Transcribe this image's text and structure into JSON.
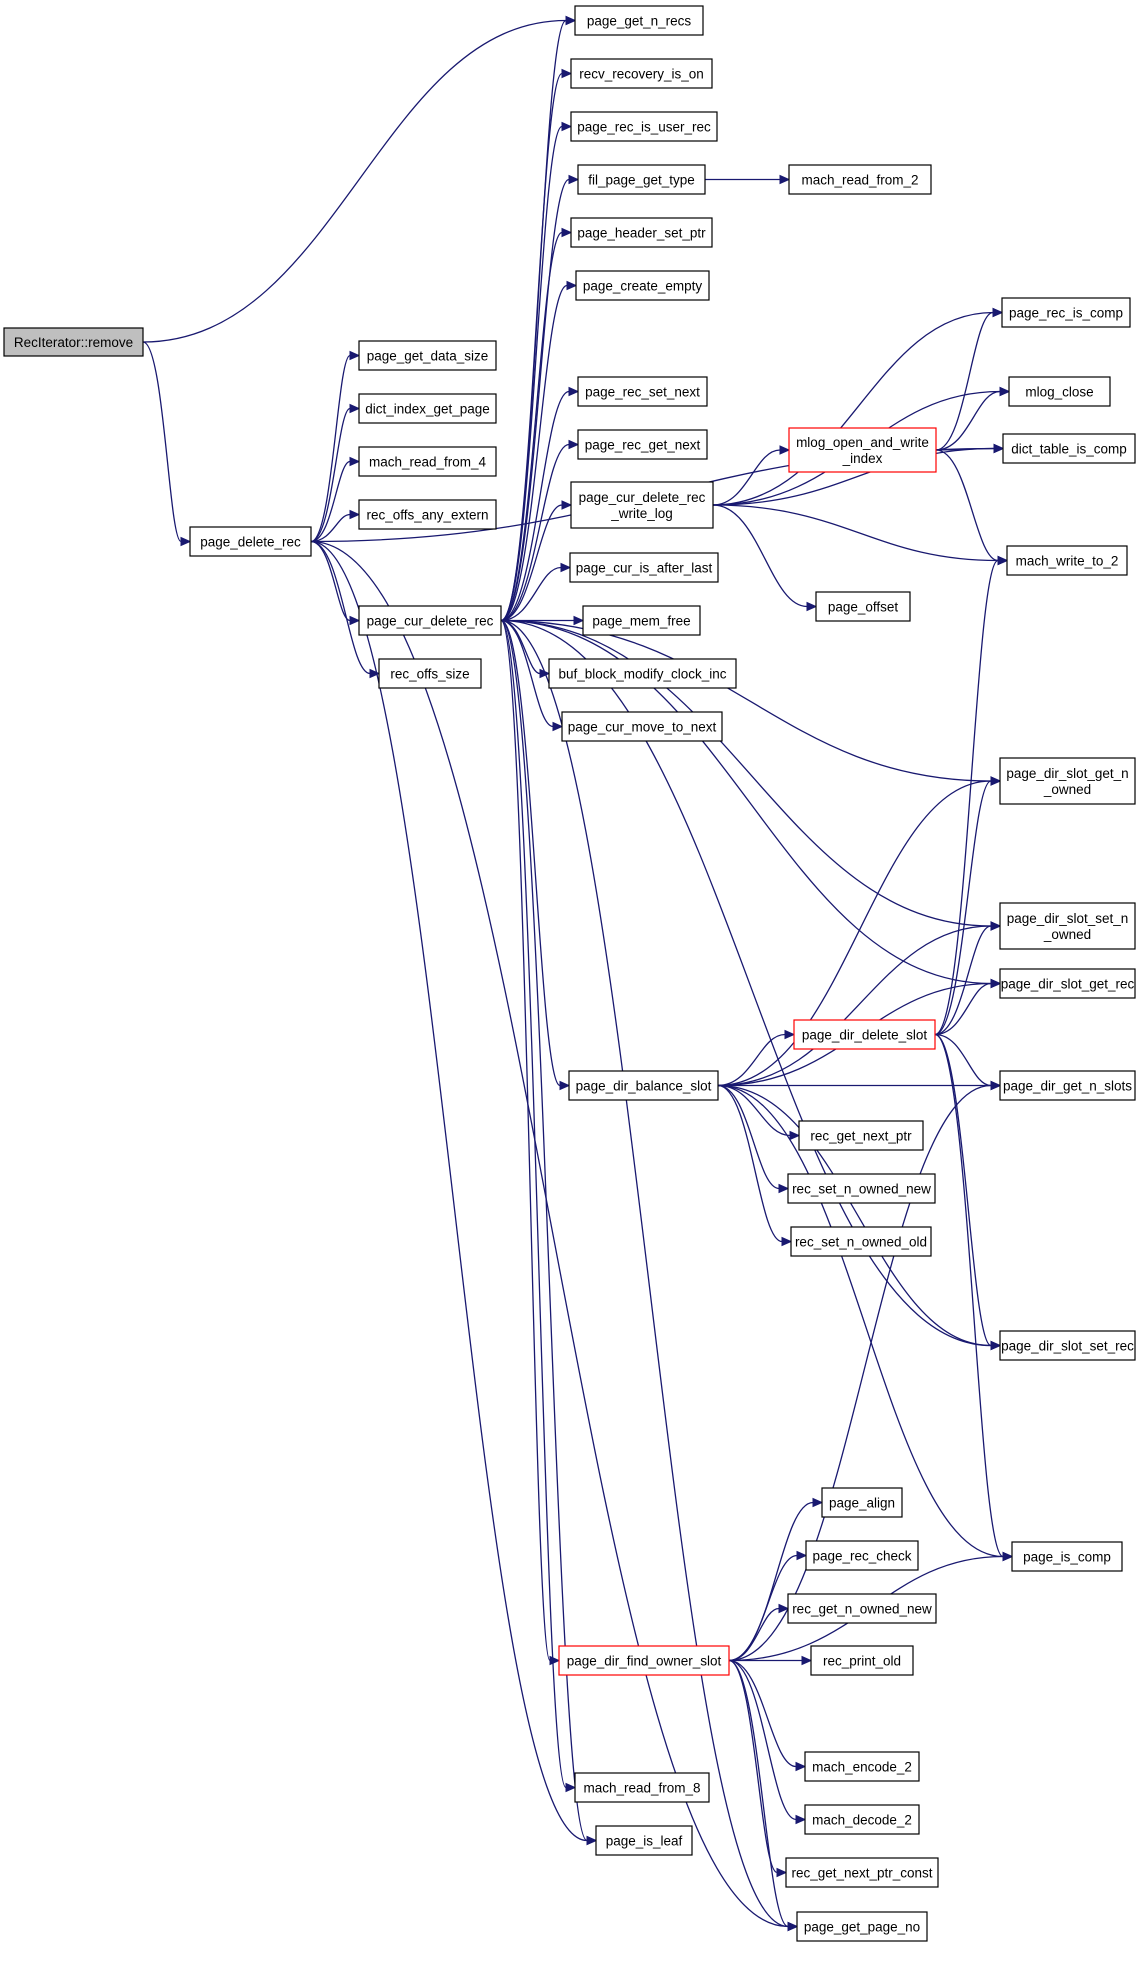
{
  "nodes": [
    {
      "id": "root",
      "lines": [
        "RecIterator::remove"
      ],
      "style": "root"
    },
    {
      "id": "page_delete_rec",
      "lines": [
        "page_delete_rec"
      ]
    },
    {
      "id": "page_get_data_size",
      "lines": [
        "page_get_data_size"
      ]
    },
    {
      "id": "dict_index_get_page",
      "lines": [
        "dict_index_get_page"
      ]
    },
    {
      "id": "mach_read_from_4",
      "lines": [
        "mach_read_from_4"
      ]
    },
    {
      "id": "rec_offs_any_extern",
      "lines": [
        "rec_offs_any_extern"
      ]
    },
    {
      "id": "page_cur_delete_rec",
      "lines": [
        "page_cur_delete_rec"
      ]
    },
    {
      "id": "rec_offs_size",
      "lines": [
        "rec_offs_size"
      ]
    },
    {
      "id": "page_get_n_recs",
      "lines": [
        "page_get_n_recs"
      ]
    },
    {
      "id": "recv_recovery_is_on",
      "lines": [
        "recv_recovery_is_on"
      ]
    },
    {
      "id": "page_rec_is_user_rec",
      "lines": [
        "page_rec_is_user_rec"
      ]
    },
    {
      "id": "fil_page_get_type",
      "lines": [
        "fil_page_get_type"
      ]
    },
    {
      "id": "mach_read_from_2",
      "lines": [
        "mach_read_from_2"
      ]
    },
    {
      "id": "page_header_set_ptr",
      "lines": [
        "page_header_set_ptr"
      ]
    },
    {
      "id": "page_create_empty",
      "lines": [
        "page_create_empty"
      ]
    },
    {
      "id": "page_rec_set_next",
      "lines": [
        "page_rec_set_next"
      ]
    },
    {
      "id": "page_rec_get_next",
      "lines": [
        "page_rec_get_next"
      ]
    },
    {
      "id": "page_cur_delete_rec_write_log",
      "lines": [
        "page_cur_delete_rec",
        "_write_log"
      ]
    },
    {
      "id": "page_cur_is_after_last",
      "lines": [
        "page_cur_is_after_last"
      ]
    },
    {
      "id": "page_mem_free",
      "lines": [
        "page_mem_free"
      ]
    },
    {
      "id": "buf_block_modify_clock_inc",
      "lines": [
        "buf_block_modify_clock_inc"
      ]
    },
    {
      "id": "page_cur_move_to_next",
      "lines": [
        "page_cur_move_to_next"
      ]
    },
    {
      "id": "mlog_open_and_write_index",
      "lines": [
        "mlog_open_and_write",
        "_index"
      ],
      "style": "red"
    },
    {
      "id": "page_offset",
      "lines": [
        "page_offset"
      ]
    },
    {
      "id": "page_rec_is_comp",
      "lines": [
        "page_rec_is_comp"
      ]
    },
    {
      "id": "mlog_close",
      "lines": [
        "mlog_close"
      ]
    },
    {
      "id": "dict_table_is_comp",
      "lines": [
        "dict_table_is_comp"
      ]
    },
    {
      "id": "mach_write_to_2",
      "lines": [
        "mach_write_to_2"
      ]
    },
    {
      "id": "page_dir_slot_get_n_owned",
      "lines": [
        "page_dir_slot_get_n",
        "_owned"
      ]
    },
    {
      "id": "page_dir_slot_set_n_owned",
      "lines": [
        "page_dir_slot_set_n",
        "_owned"
      ]
    },
    {
      "id": "page_dir_slot_get_rec",
      "lines": [
        "page_dir_slot_get_rec"
      ]
    },
    {
      "id": "page_dir_delete_slot",
      "lines": [
        "page_dir_delete_slot"
      ],
      "style": "red"
    },
    {
      "id": "page_dir_balance_slot",
      "lines": [
        "page_dir_balance_slot"
      ]
    },
    {
      "id": "page_dir_get_n_slots",
      "lines": [
        "page_dir_get_n_slots"
      ]
    },
    {
      "id": "rec_get_next_ptr",
      "lines": [
        "rec_get_next_ptr"
      ]
    },
    {
      "id": "rec_set_n_owned_new",
      "lines": [
        "rec_set_n_owned_new"
      ]
    },
    {
      "id": "rec_set_n_owned_old",
      "lines": [
        "rec_set_n_owned_old"
      ]
    },
    {
      "id": "page_dir_slot_set_rec",
      "lines": [
        "page_dir_slot_set_rec"
      ]
    },
    {
      "id": "page_align",
      "lines": [
        "page_align"
      ]
    },
    {
      "id": "page_rec_check",
      "lines": [
        "page_rec_check"
      ]
    },
    {
      "id": "rec_get_n_owned_new",
      "lines": [
        "rec_get_n_owned_new"
      ]
    },
    {
      "id": "page_is_comp",
      "lines": [
        "page_is_comp"
      ]
    },
    {
      "id": "page_dir_find_owner_slot",
      "lines": [
        "page_dir_find_owner_slot"
      ],
      "style": "red"
    },
    {
      "id": "rec_print_old",
      "lines": [
        "rec_print_old"
      ]
    },
    {
      "id": "mach_encode_2",
      "lines": [
        "mach_encode_2"
      ]
    },
    {
      "id": "mach_read_from_8",
      "lines": [
        "mach_read_from_8"
      ]
    },
    {
      "id": "mach_decode_2",
      "lines": [
        "mach_decode_2"
      ]
    },
    {
      "id": "page_is_leaf",
      "lines": [
        "page_is_leaf"
      ]
    },
    {
      "id": "rec_get_next_ptr_const",
      "lines": [
        "rec_get_next_ptr_const"
      ]
    },
    {
      "id": "page_get_page_no",
      "lines": [
        "page_get_page_no"
      ]
    }
  ],
  "edges": [
    [
      "root",
      "page_get_n_recs"
    ],
    [
      "root",
      "page_delete_rec"
    ],
    [
      "page_delete_rec",
      "page_get_data_size"
    ],
    [
      "page_delete_rec",
      "dict_index_get_page"
    ],
    [
      "page_delete_rec",
      "mach_read_from_4"
    ],
    [
      "page_delete_rec",
      "rec_offs_any_extern"
    ],
    [
      "page_delete_rec",
      "page_cur_delete_rec"
    ],
    [
      "page_delete_rec",
      "rec_offs_size"
    ],
    [
      "page_delete_rec",
      "dict_table_is_comp"
    ],
    [
      "page_delete_rec",
      "page_is_leaf"
    ],
    [
      "page_delete_rec",
      "page_get_page_no"
    ],
    [
      "page_cur_delete_rec",
      "page_get_n_recs"
    ],
    [
      "page_cur_delete_rec",
      "recv_recovery_is_on"
    ],
    [
      "page_cur_delete_rec",
      "page_rec_is_user_rec"
    ],
    [
      "page_cur_delete_rec",
      "fil_page_get_type"
    ],
    [
      "page_cur_delete_rec",
      "page_header_set_ptr"
    ],
    [
      "page_cur_delete_rec",
      "page_create_empty"
    ],
    [
      "page_cur_delete_rec",
      "page_rec_set_next"
    ],
    [
      "page_cur_delete_rec",
      "page_rec_get_next"
    ],
    [
      "page_cur_delete_rec",
      "page_cur_delete_rec_write_log"
    ],
    [
      "page_cur_delete_rec",
      "page_cur_is_after_last"
    ],
    [
      "page_cur_delete_rec",
      "page_mem_free"
    ],
    [
      "page_cur_delete_rec",
      "buf_block_modify_clock_inc"
    ],
    [
      "page_cur_delete_rec",
      "page_cur_move_to_next"
    ],
    [
      "page_cur_delete_rec",
      "page_dir_slot_get_n_owned"
    ],
    [
      "page_cur_delete_rec",
      "page_dir_slot_set_n_owned"
    ],
    [
      "page_cur_delete_rec",
      "page_dir_slot_get_rec"
    ],
    [
      "page_cur_delete_rec",
      "page_dir_balance_slot"
    ],
    [
      "page_cur_delete_rec",
      "page_dir_slot_set_rec"
    ],
    [
      "page_cur_delete_rec",
      "page_dir_find_owner_slot"
    ],
    [
      "page_cur_delete_rec",
      "mach_read_from_8"
    ],
    [
      "page_cur_delete_rec",
      "page_is_leaf"
    ],
    [
      "page_cur_delete_rec",
      "page_get_page_no"
    ],
    [
      "fil_page_get_type",
      "mach_read_from_2"
    ],
    [
      "page_cur_delete_rec_write_log",
      "page_rec_is_comp"
    ],
    [
      "page_cur_delete_rec_write_log",
      "mlog_open_and_write_index"
    ],
    [
      "page_cur_delete_rec_write_log",
      "mlog_close"
    ],
    [
      "page_cur_delete_rec_write_log",
      "dict_table_is_comp"
    ],
    [
      "page_cur_delete_rec_write_log",
      "mach_write_to_2"
    ],
    [
      "page_cur_delete_rec_write_log",
      "page_offset"
    ],
    [
      "mlog_open_and_write_index",
      "page_rec_is_comp"
    ],
    [
      "mlog_open_and_write_index",
      "mlog_close"
    ],
    [
      "mlog_open_and_write_index",
      "dict_table_is_comp"
    ],
    [
      "mlog_open_and_write_index",
      "mach_write_to_2"
    ],
    [
      "page_dir_balance_slot",
      "page_dir_slot_get_n_owned"
    ],
    [
      "page_dir_balance_slot",
      "page_dir_slot_set_n_owned"
    ],
    [
      "page_dir_balance_slot",
      "page_dir_slot_get_rec"
    ],
    [
      "page_dir_balance_slot",
      "page_dir_delete_slot"
    ],
    [
      "page_dir_balance_slot",
      "page_dir_get_n_slots"
    ],
    [
      "page_dir_balance_slot",
      "rec_get_next_ptr"
    ],
    [
      "page_dir_balance_slot",
      "rec_set_n_owned_new"
    ],
    [
      "page_dir_balance_slot",
      "rec_set_n_owned_old"
    ],
    [
      "page_dir_balance_slot",
      "page_dir_slot_set_rec"
    ],
    [
      "page_dir_balance_slot",
      "page_is_comp"
    ],
    [
      "page_dir_delete_slot",
      "mach_write_to_2"
    ],
    [
      "page_dir_delete_slot",
      "page_dir_slot_get_n_owned"
    ],
    [
      "page_dir_delete_slot",
      "page_dir_slot_set_n_owned"
    ],
    [
      "page_dir_delete_slot",
      "page_dir_slot_get_rec"
    ],
    [
      "page_dir_delete_slot",
      "page_dir_get_n_slots"
    ],
    [
      "page_dir_delete_slot",
      "page_dir_slot_set_rec"
    ],
    [
      "page_dir_delete_slot",
      "page_is_comp"
    ],
    [
      "page_dir_find_owner_slot",
      "page_dir_get_n_slots"
    ],
    [
      "page_dir_find_owner_slot",
      "page_align"
    ],
    [
      "page_dir_find_owner_slot",
      "page_rec_check"
    ],
    [
      "page_dir_find_owner_slot",
      "rec_get_n_owned_new"
    ],
    [
      "page_dir_find_owner_slot",
      "rec_print_old"
    ],
    [
      "page_dir_find_owner_slot",
      "page_is_comp"
    ],
    [
      "page_dir_find_owner_slot",
      "mach_encode_2"
    ],
    [
      "page_dir_find_owner_slot",
      "mach_decode_2"
    ],
    [
      "page_dir_find_owner_slot",
      "rec_get_next_ptr_const"
    ],
    [
      "page_dir_find_owner_slot",
      "page_get_page_no"
    ]
  ],
  "colors": {
    "edge": "#191970",
    "node_border": "#000000",
    "highlight_border": "#ff0000",
    "root_fill": "#bfbfbf",
    "background": "#ffffff"
  }
}
